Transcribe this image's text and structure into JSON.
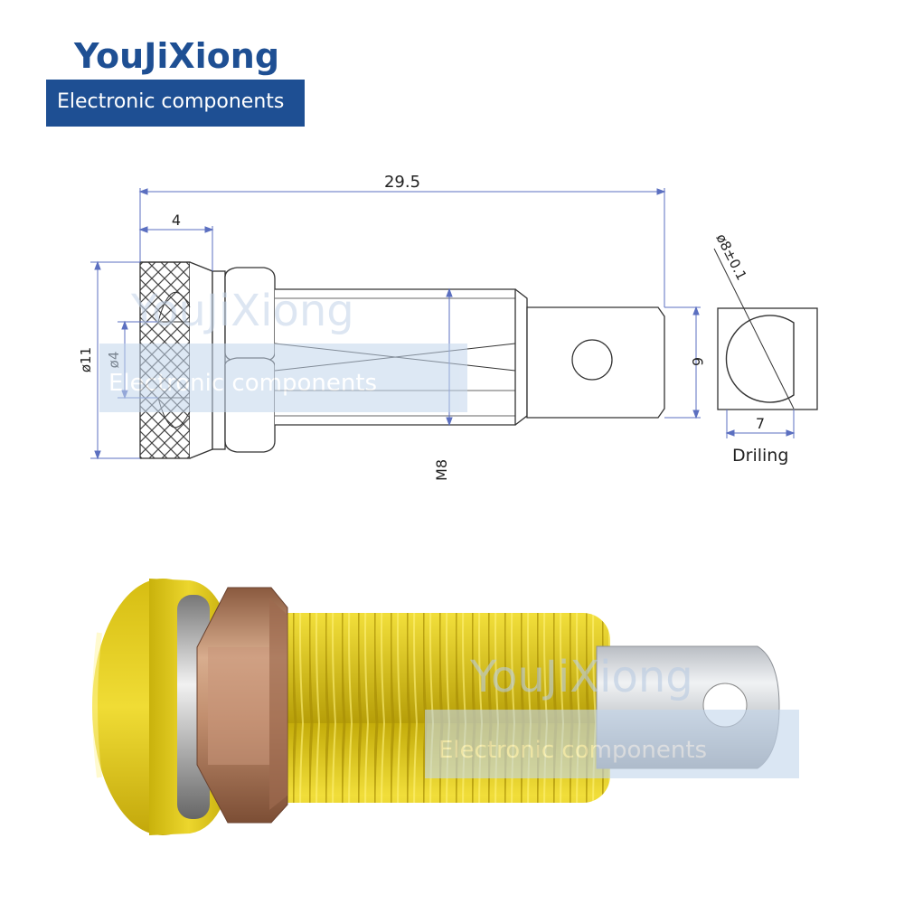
{
  "brand": {
    "name": "YouJiXiong",
    "tagline": "Electronic components"
  },
  "drawing": {
    "dim_overall_length": "29.5",
    "dim_head_length": "4",
    "dim_head_diameter": "ø11",
    "dim_bore_diameter": "ø4",
    "dim_thread": "M8",
    "dim_tab_width": "6",
    "dim_hole_diameter": "ø8±0.1",
    "dim_flat_width": "7",
    "drilling_label": "Driling"
  },
  "watermark": {
    "name": "YouJiXiong",
    "tagline": "Electronic components"
  },
  "colors": {
    "brand_blue": "#1e4f93",
    "dimension_line": "#5b6fc0",
    "outline": "#333333",
    "body_yellow": "#e8d21a",
    "nut_copper": "#b98a6a",
    "tab_silver": "#c9cdd2",
    "watermark_bg": "#c3d6ec"
  }
}
